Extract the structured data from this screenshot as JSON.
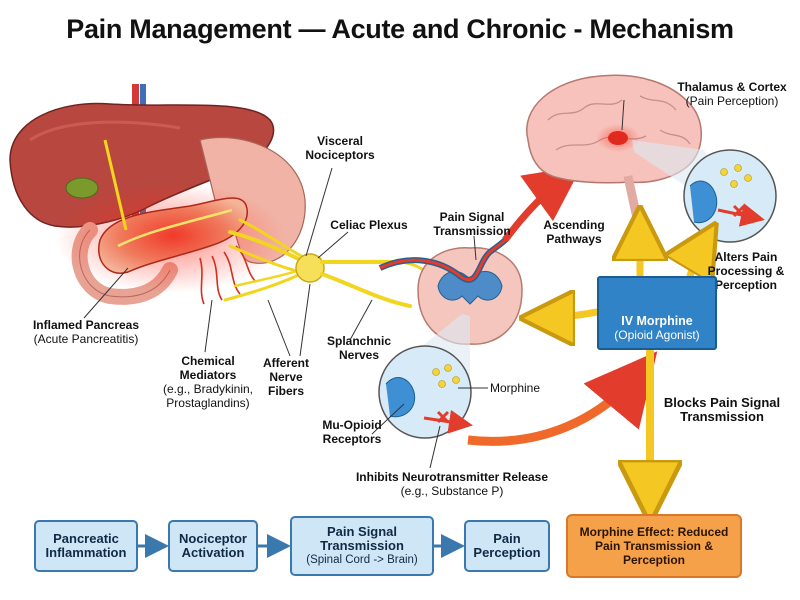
{
  "title": "Pain Management — Acute and Chronic - Mechanism",
  "labels": {
    "inflamed_pancreas": {
      "main": "Inflamed Pancreas",
      "sub": "(Acute Pancreatitis)"
    },
    "chemical_mediators": {
      "main": "Chemical Mediators",
      "sub": "(e.g., Bradykinin, Prostaglandins)"
    },
    "afferent_nerve_fibers": "Afferent Nerve Fibers",
    "visceral_nociceptors": "Visceral Nociceptors",
    "celiac_plexus": "Celiac Plexus",
    "splanchnic_nerves": "Splanchnic Nerves",
    "pain_signal_transmission": "Pain Signal Transmission",
    "ascending_pathways": "Ascending Pathways",
    "thalamus_cortex": {
      "main": "Thalamus & Cortex",
      "sub": "(Pain Perception)"
    },
    "alters_pain": "Alters Pain Processing & Perception",
    "morphine": "Morphine",
    "mu_opioid": "Mu-Opioid Receptors",
    "inhibits": {
      "main": "Inhibits Neurotransmitter Release",
      "sub": "(e.g., Substance P)"
    },
    "blocks_pain": "Blocks Pain Signal Transmission"
  },
  "iv_morphine": {
    "main": "IV Morphine",
    "sub": "(Opioid Agonist)"
  },
  "flow": [
    {
      "main": "Pancreatic Inflammation",
      "sub": ""
    },
    {
      "main": "Nociceptor Activation",
      "sub": ""
    },
    {
      "main": "Pain Signal Transmission",
      "sub": "(Spinal Cord -> Brain)"
    },
    {
      "main": "Pain Perception",
      "sub": ""
    }
  ],
  "effect": {
    "main": "Morphine Effect: Reduced Pain Transmission & Perception"
  },
  "colors": {
    "liver": "#b8473f",
    "pancreas": "#e8453c",
    "nerve": "#f2d51f",
    "signal_arrow": "#e23c2c",
    "morphine_arrow": "#f4c722",
    "flow_box": "#cfe6f7",
    "flow_border": "#3b78ad",
    "effect_box": "#f5a14a",
    "iv_box": "#2f83c6"
  }
}
